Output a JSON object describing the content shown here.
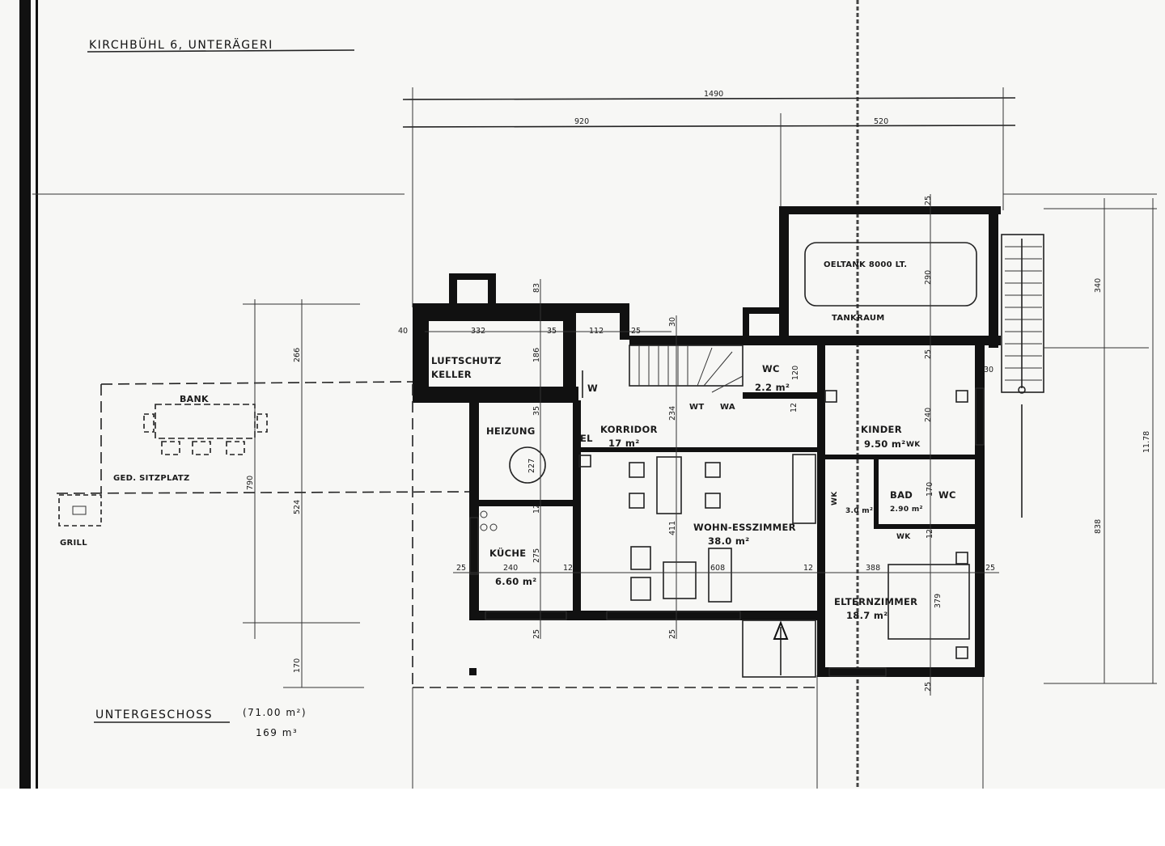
{
  "title": "KIRCHBÜHL 6, UNTERÄGERI",
  "floor": {
    "name": "UNTERGESCHOSS",
    "area": "(71.00 m²)",
    "volume": "169 m³"
  },
  "rooms": {
    "luftschutz_1": "LUFTSCHUTZ",
    "luftschutz_2": "KELLER",
    "heizung": "HEIZUNG",
    "korridor": "KORRIDOR",
    "korridor_area": "17 m²",
    "el": "EL",
    "w": "W",
    "wc": "WC",
    "wc_area": "2.2 m²",
    "wt": "WT",
    "wa": "WA",
    "oeltank": "OELTANK 8000 LT.",
    "tankraum": "TANKRAUM",
    "kinder": "KINDER",
    "kinder_area": "9.50 m²",
    "kinder_wk": "WK",
    "bad": "BAD",
    "bad_wc": "WC",
    "bad_area": "2.90 m²",
    "wk_vertical": "WK",
    "wk_vertical_area": "3.0 m²",
    "wk_small": "WK",
    "wohn": "WOHN-ESSZIMMER",
    "wohn_area": "38.0 m²",
    "kueche": "KÜCHE",
    "kueche_area": "6.60 m²",
    "eltern": "ELTERNZIMMER",
    "eltern_area": "18.7 m²",
    "bank": "BANK",
    "sitzplatz": "GED. SITZPLATZ",
    "grill": "GRILL"
  },
  "dimensions": [
    "1490",
    "920",
    "520",
    "83",
    "40",
    "332",
    "35",
    "112",
    "25",
    "30",
    "186",
    "35",
    "234",
    "227",
    "12",
    "275",
    "240",
    "25",
    "12",
    "608",
    "12",
    "388",
    "25",
    "411",
    "25",
    "25",
    "25",
    "290",
    "25",
    "240",
    "379",
    "25",
    "340",
    "838",
    "11.78",
    "266",
    "524",
    "790",
    "170",
    "12",
    "120",
    "30",
    "170",
    "12"
  ]
}
